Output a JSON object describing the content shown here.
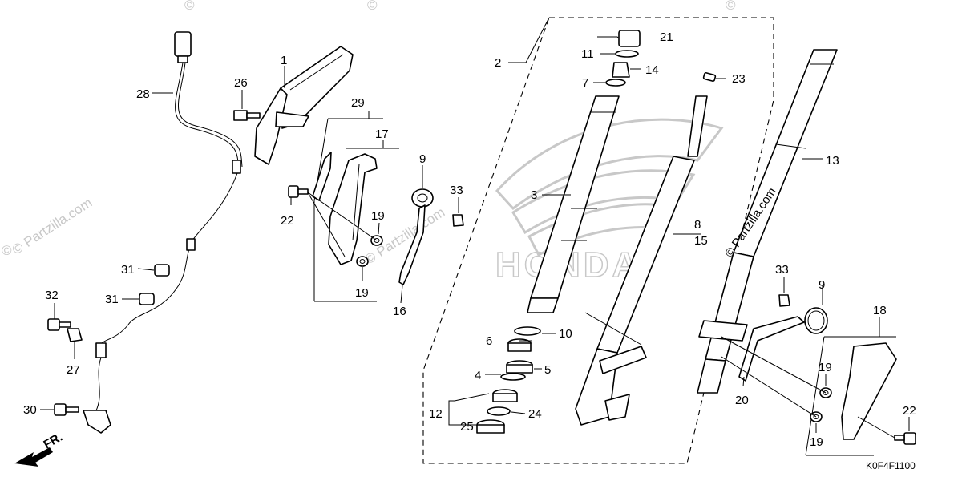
{
  "diagram": {
    "code": "K0F4F1100",
    "front_label": "FR.",
    "watermark": "© Partzilla.com",
    "watermark_small": "©",
    "callouts": {
      "c1": "1",
      "c2": "2",
      "c3": "3",
      "c4": "4",
      "c5": "5",
      "c6": "6",
      "c7": "7",
      "c8": "8",
      "c9a": "9",
      "c9b": "9",
      "c10": "10",
      "c11": "11",
      "c12": "12",
      "c13": "13",
      "c14": "14",
      "c15": "15",
      "c16": "16",
      "c17": "17",
      "c18": "18",
      "c19a": "19",
      "c19b": "19",
      "c19c": "19",
      "c19d": "19",
      "c20": "20",
      "c21": "21",
      "c22a": "22",
      "c22b": "22",
      "c23": "23",
      "c24": "24",
      "c25": "25",
      "c26": "26",
      "c27": "27",
      "c28": "28",
      "c29": "29",
      "c30": "30",
      "c31a": "31",
      "c31b": "31",
      "c32": "32",
      "c33a": "33",
      "c33b": "33"
    }
  }
}
